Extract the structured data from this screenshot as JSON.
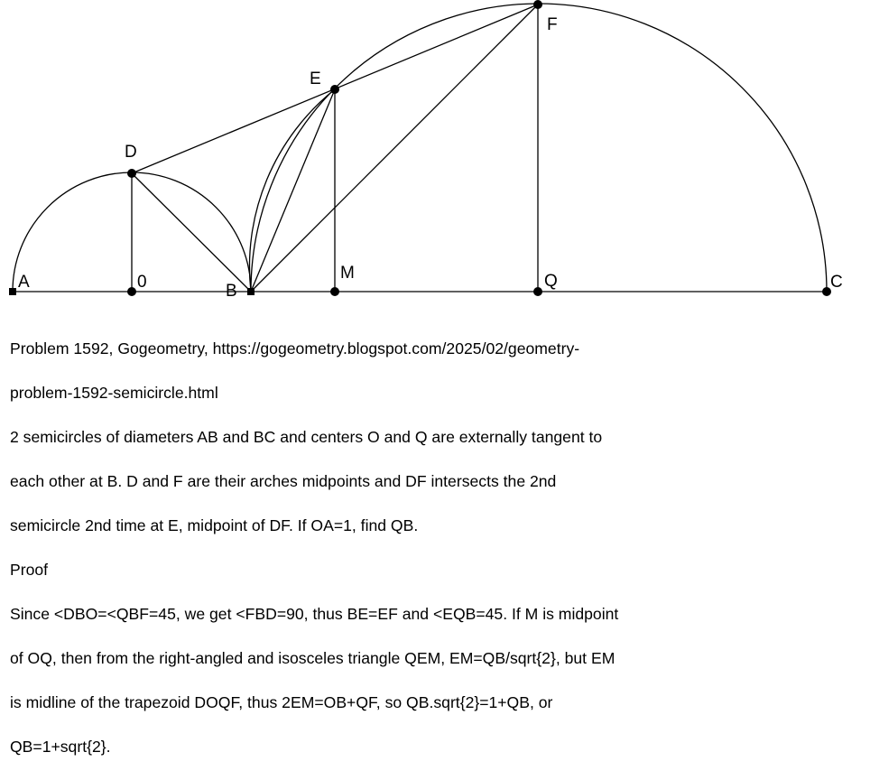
{
  "figure": {
    "stroke_color": "#000000",
    "points": {
      "A": {
        "label": "A"
      },
      "O": {
        "label": "0"
      },
      "B": {
        "label": "B"
      },
      "M": {
        "label": "M"
      },
      "Q": {
        "label": "Q"
      },
      "C": {
        "label": "C"
      },
      "D": {
        "label": "D"
      },
      "E": {
        "label": "E"
      },
      "F": {
        "label": "F"
      }
    }
  },
  "text": {
    "problem_line1": "Problem 1592, Gogeometry, https://gogeometry.blogspot.com/2025/02/geometry-",
    "problem_line2": "problem-1592-semicircle.html",
    "statement_line1": "2 semicircles of diameters AB and BC and centers O and Q are externally tangent to",
    "statement_line2": "each other at B. D and F are their arches midpoints and DF intersects the 2nd",
    "statement_line3": "semicircle 2nd time at E, midpoint of DF. If OA=1, find QB.",
    "proof_heading": "Proof",
    "proof_line1": "Since <DBO=<QBF=45, we get <FBD=90, thus BE=EF and <EQB=45. If M is midpoint",
    "proof_line2": "of OQ, then from the right-angled and isosceles triangle QEM, EM=QB/sqrt{2}, but EM",
    "proof_line3": "is midline of the trapezoid DOQF, thus 2EM=OB+QF, so QB.sqrt{2}=1+QB, or",
    "proof_line4": "QB=1+sqrt{2}."
  }
}
